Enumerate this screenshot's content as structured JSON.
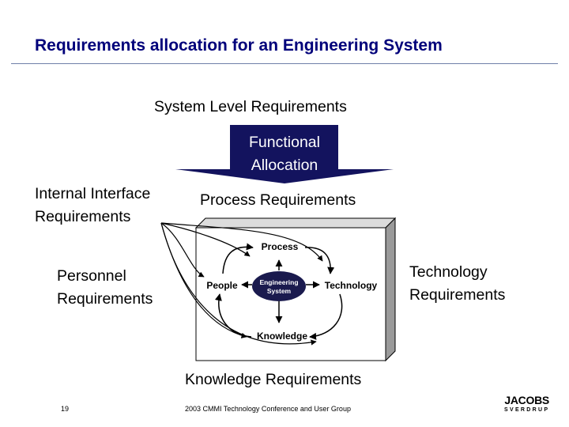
{
  "title": "Requirements allocation for an Engineering System",
  "diagram": {
    "system_level": "System Level Requirements",
    "allocation_line1": "Functional",
    "allocation_line2": "Allocation",
    "internal_line1": "Internal Interface",
    "internal_line2": "Requirements",
    "process_req": "Process Requirements",
    "personnel_line1": "Personnel",
    "personnel_line2": "Requirements",
    "technology_line1": "Technology",
    "technology_line2": "Requirements",
    "knowledge_req": "Knowledge Requirements",
    "inner": {
      "process": "Process",
      "people": "People",
      "technology": "Technology",
      "knowledge": "Knowledge",
      "center_line1": "Engineering",
      "center_line2": "System"
    }
  },
  "footer": {
    "page_number": "19",
    "conference": "2003 CMMI Technology Conference and User Group",
    "logo_main": "JACOBS",
    "logo_sub": "SVERDRUP"
  },
  "colors": {
    "title": "#00007a",
    "arrow_fill": "#13135e",
    "ellipse": "#1a1a4e"
  }
}
